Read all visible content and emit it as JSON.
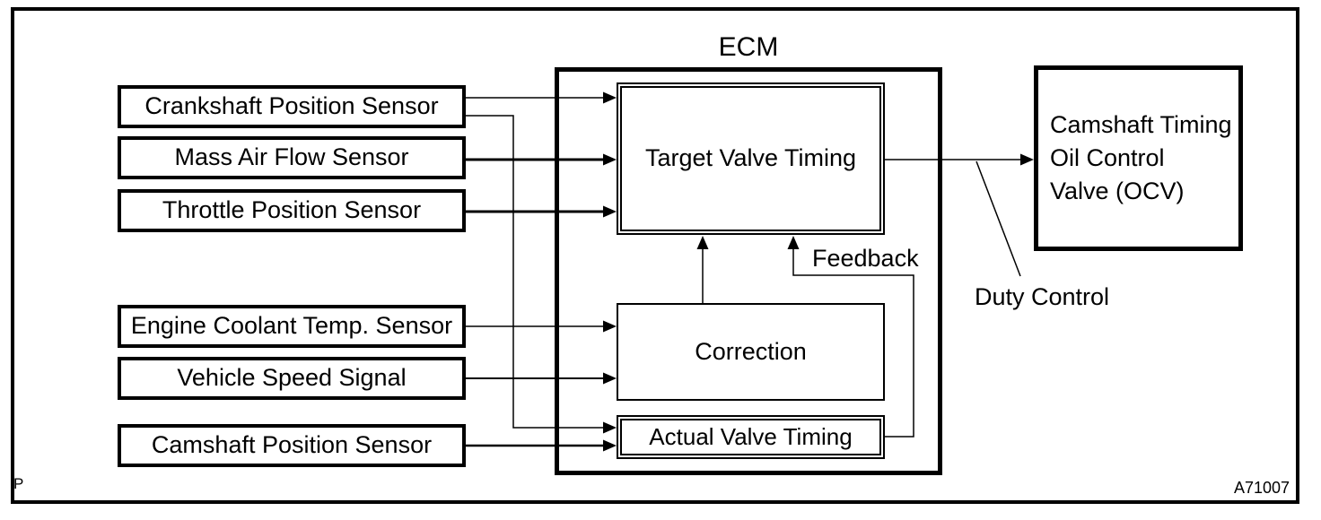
{
  "diagram": {
    "title": "ECM",
    "sensors": {
      "crankshaft": "Crankshaft Position Sensor",
      "mass_air_flow": "Mass Air Flow Sensor",
      "throttle": "Throttle Position Sensor",
      "coolant": "Engine Coolant Temp. Sensor",
      "vehicle_speed": "Vehicle Speed Signal",
      "camshaft": "Camshaft Position Sensor"
    },
    "ecm_blocks": {
      "target_valve_timing": "Target Valve Timing",
      "correction": "Correction",
      "actual_valve_timing": "Actual Valve Timing"
    },
    "output_block": {
      "line1": "Camshaft Timing",
      "line2": "Oil Control",
      "line3": "Valve (OCV)"
    },
    "annotations": {
      "feedback": "Feedback",
      "duty_control": "Duty Control",
      "page_marker": "P",
      "figure_code": "A71007"
    },
    "colors": {
      "line": "#000000",
      "background": "#ffffff"
    }
  }
}
